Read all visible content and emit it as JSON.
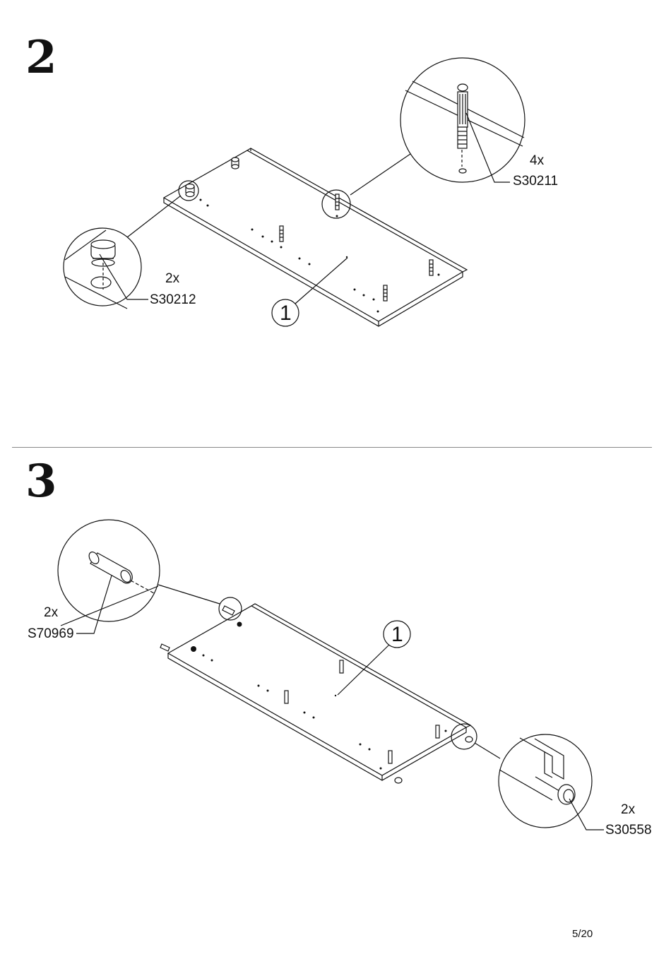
{
  "steps": [
    {
      "number": "2",
      "part_number": "1",
      "callouts": [
        {
          "qty": "2x",
          "code": "S30212"
        },
        {
          "qty": "4x",
          "code": "S30211"
        }
      ]
    },
    {
      "number": "3",
      "part_number": "1",
      "callouts": [
        {
          "qty": "2x",
          "code": "S70969"
        },
        {
          "qty": "2x",
          "code": "S30558"
        }
      ]
    }
  ],
  "page": {
    "number": "5/20"
  }
}
